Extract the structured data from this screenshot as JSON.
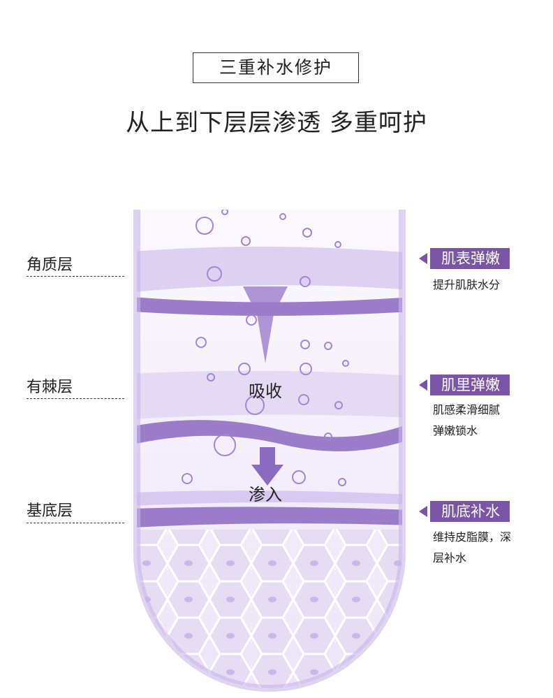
{
  "title": "三重补水修护",
  "subtitle": "从上到下层层渗透 多重呵护",
  "layers": [
    {
      "name": "角质层",
      "tag": "肌表弹嫩",
      "desc": [
        "提升肌肤水分"
      ]
    },
    {
      "name": "有棘层",
      "tag": "肌里弹嫩",
      "desc": [
        "肌感柔滑细腻",
        "弹嫩锁水"
      ]
    },
    {
      "name": "基底层",
      "tag": "肌底补水",
      "desc": [
        "维持皮脂膜，深",
        "层补水"
      ]
    }
  ],
  "arrow_labels": {
    "absorb": "吸收",
    "penetrate": "渗入"
  },
  "colors": {
    "accent": "#7a55a5",
    "light": "#d9cdef"
  }
}
